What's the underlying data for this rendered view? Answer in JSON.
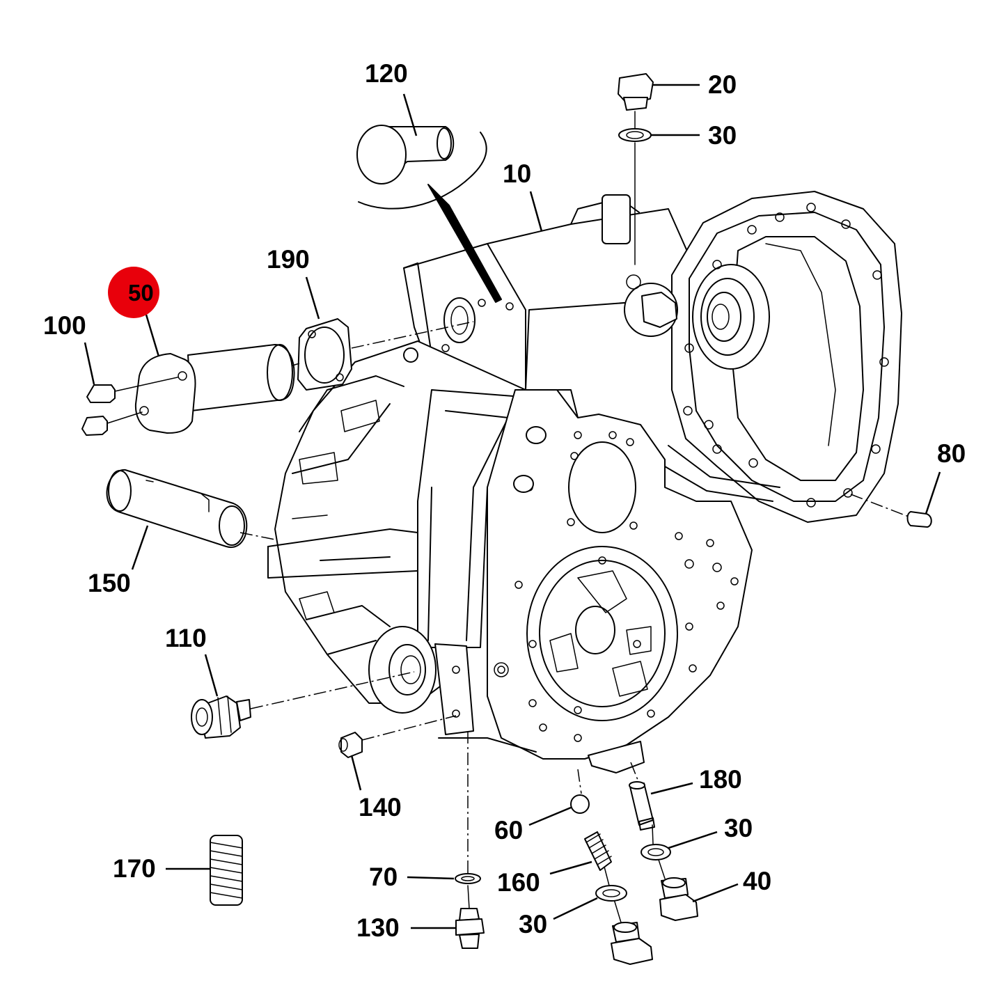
{
  "diagram": {
    "highlight_color": "#e8000b",
    "line_color": "#000000",
    "callouts": {
      "c120": "120",
      "c20": "20",
      "c30_top": "30",
      "c10": "10",
      "c190": "190",
      "c50": "50",
      "c100": "100",
      "c80": "80",
      "c150": "150",
      "c110": "110",
      "c140": "140",
      "c180": "180",
      "c30_right": "30",
      "c60": "60",
      "c170": "170",
      "c70": "70",
      "c160": "160",
      "c40": "40",
      "c130": "130",
      "c30_bottom": "30"
    },
    "highlighted_callout": "50"
  }
}
